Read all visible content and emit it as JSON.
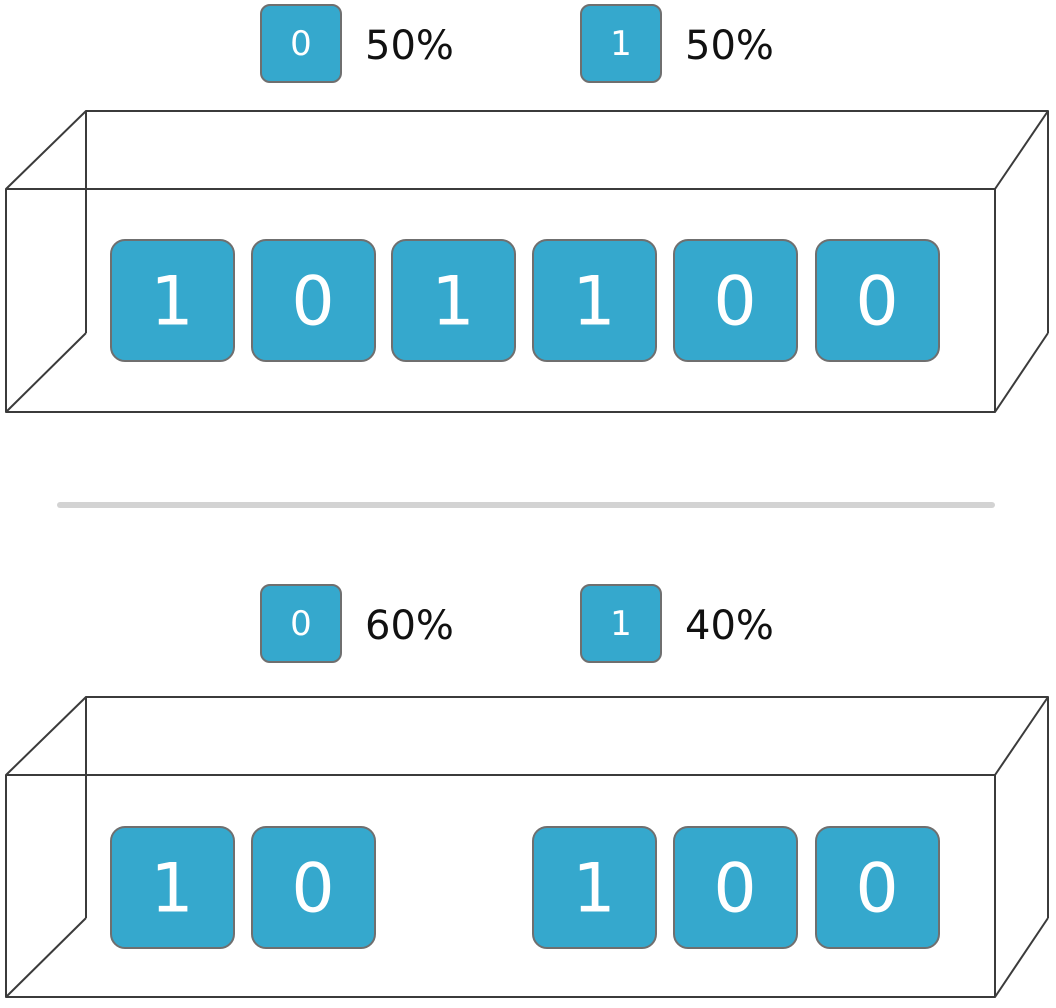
{
  "panels": [
    {
      "legend": [
        {
          "symbol": "0",
          "percent": "50%"
        },
        {
          "symbol": "1",
          "percent": "50%"
        }
      ],
      "tiles": [
        "1",
        "0",
        "1",
        "1",
        "0",
        "0"
      ]
    },
    {
      "legend": [
        {
          "symbol": "0",
          "percent": "60%"
        },
        {
          "symbol": "1",
          "percent": "40%"
        }
      ],
      "tiles": [
        "1",
        "0",
        "",
        "1",
        "0",
        "0"
      ]
    }
  ],
  "colors": {
    "tile": "#35a8cd",
    "tile_text": "#ffffff",
    "box_line": "#3b3b3b",
    "divider": "#d3d3d3"
  }
}
